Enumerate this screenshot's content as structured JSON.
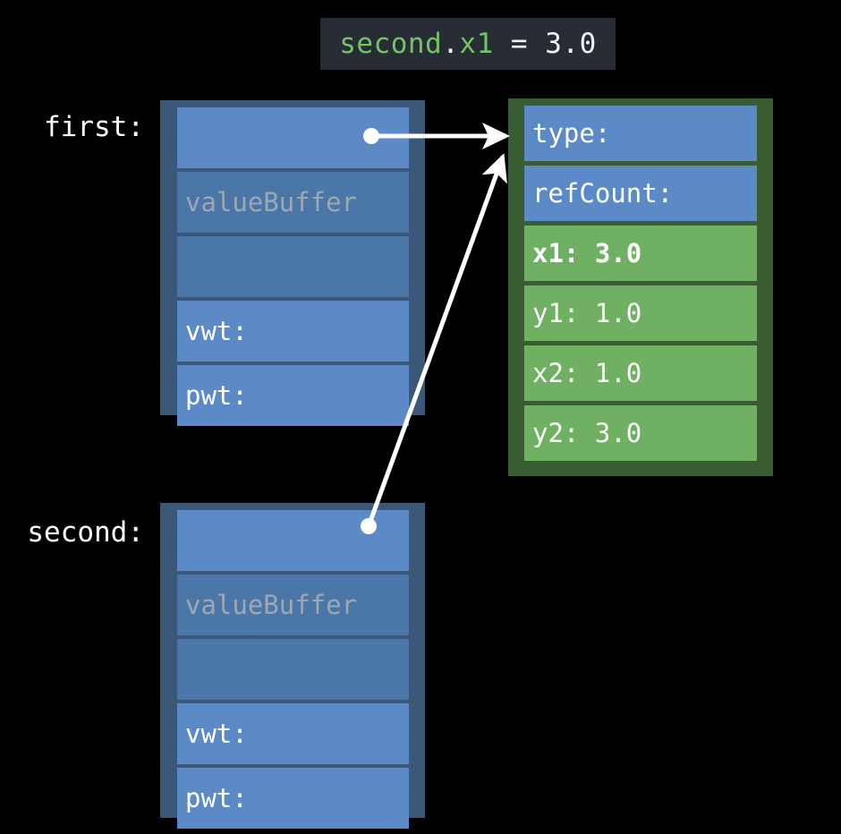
{
  "code_banner": {
    "name": "code-statement",
    "segments": [
      {
        "text": "second",
        "kind": "identifier"
      },
      {
        "text": ".",
        "kind": "plain"
      },
      {
        "text": "x1",
        "kind": "identifier"
      },
      {
        "text": " = 3.0",
        "kind": "plain"
      }
    ],
    "full_text": "second.x1 = 3.0",
    "background": "#282c34",
    "identifier_color": "#73c367",
    "plain_color": "#f2f2f2"
  },
  "variables": [
    {
      "label": "first:",
      "box": "first-struct-box"
    },
    {
      "label": "second:",
      "box": "second-struct-box"
    }
  ],
  "struct_boxes": {
    "border_color": "#3b5878",
    "slot_light": "#5b8ac6",
    "slot_dark": "#4a76a8",
    "first": {
      "name": "first",
      "slots": [
        {
          "text": "",
          "kind": "pointer",
          "has_pointer_dot": true
        },
        {
          "text": "valueBuffer",
          "kind": "buffer",
          "muted": true
        },
        {
          "text": "",
          "kind": "pad"
        },
        {
          "text": "vwt:",
          "kind": "witness-table"
        },
        {
          "text": "pwt:",
          "kind": "witness-table"
        }
      ]
    },
    "second": {
      "name": "second",
      "slots": [
        {
          "text": "",
          "kind": "pointer",
          "has_pointer_dot": true
        },
        {
          "text": "valueBuffer",
          "kind": "buffer",
          "muted": true
        },
        {
          "text": "",
          "kind": "pad"
        },
        {
          "text": "vwt:",
          "kind": "witness-table"
        },
        {
          "text": "pwt:",
          "kind": "witness-table"
        }
      ]
    }
  },
  "object_box": {
    "name": "heap-object",
    "border_color": "#3a5c33",
    "header_color": "#5b8ac6",
    "field_color": "#6fb063",
    "rows": [
      {
        "text": "type:",
        "kind": "header",
        "emphasized": false
      },
      {
        "text": "refCount:",
        "kind": "header",
        "emphasized": false
      },
      {
        "text": "x1: 3.0",
        "kind": "field",
        "emphasized": true
      },
      {
        "text": "y1: 1.0",
        "kind": "field",
        "emphasized": false
      },
      {
        "text": "x2: 1.0",
        "kind": "field",
        "emphasized": false
      },
      {
        "text": "y2: 3.0",
        "kind": "field",
        "emphasized": false
      }
    ]
  },
  "arrows": {
    "color": "#ffffff",
    "items": [
      {
        "name": "first-to-object",
        "from": "first.pointer-slot",
        "to": "object.type-row"
      },
      {
        "name": "second-to-object",
        "from": "second.pointer-slot",
        "to": "object.type-row"
      }
    ]
  }
}
